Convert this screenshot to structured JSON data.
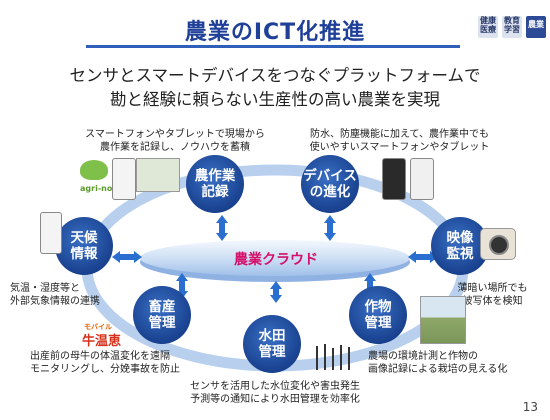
{
  "title": "農業のICT化推進",
  "tags": [
    "健康医療",
    "教育学習",
    "農業"
  ],
  "subtitle_lines": [
    "センサとスマートデバイスをつなぐプラットフォームで",
    "勘と経験に頼らない生産性の高い農業を実現"
  ],
  "center_label": "農業クラウド",
  "nodes": {
    "record": {
      "label": [
        "農作業",
        "記録"
      ],
      "desc": [
        "スマートフォンやタブレットで現場から",
        "農作業を記録し、ノウハウを蓄積"
      ]
    },
    "device": {
      "label": [
        "デバイス",
        "の進化"
      ],
      "desc": [
        "防水、防塵機能に加えて、農作業中でも",
        "使いやすいスマートフォンやタブレット"
      ]
    },
    "weather": {
      "label": [
        "天候",
        "情報"
      ],
      "desc": [
        "気温・湿度等と",
        "外部気象情報の連携"
      ]
    },
    "video": {
      "label": [
        "映像",
        "監視"
      ],
      "desc": [
        "薄暗い場所でも",
        "被写体を検知"
      ]
    },
    "livestock": {
      "label": [
        "畜産",
        "管理"
      ],
      "desc": [
        "出産前の母牛の体温変化を遠隔",
        "モニタリングし、分娩事故を防止"
      ]
    },
    "crop": {
      "label": [
        "作物",
        "管理"
      ],
      "desc": [
        "農場の環境計測と作物の",
        "画像記録による栽培の見える化"
      ]
    },
    "paddy": {
      "label": [
        "水田",
        "管理"
      ],
      "desc": [
        "センサを活用した水位変化や害虫発生",
        "予測等の通知により水田管理を効率化"
      ]
    }
  },
  "logos": {
    "agri_note": "agri-note",
    "gyuonkei_small": "モバイル",
    "gyuonkei": "牛温恵"
  },
  "colors": {
    "title": "#1f3f98",
    "node": "#1f4fa0",
    "ring": "#b8d0ee",
    "arrow": "#2a6fd0",
    "cloud_text": "#d4106a"
  },
  "page_number": "13"
}
